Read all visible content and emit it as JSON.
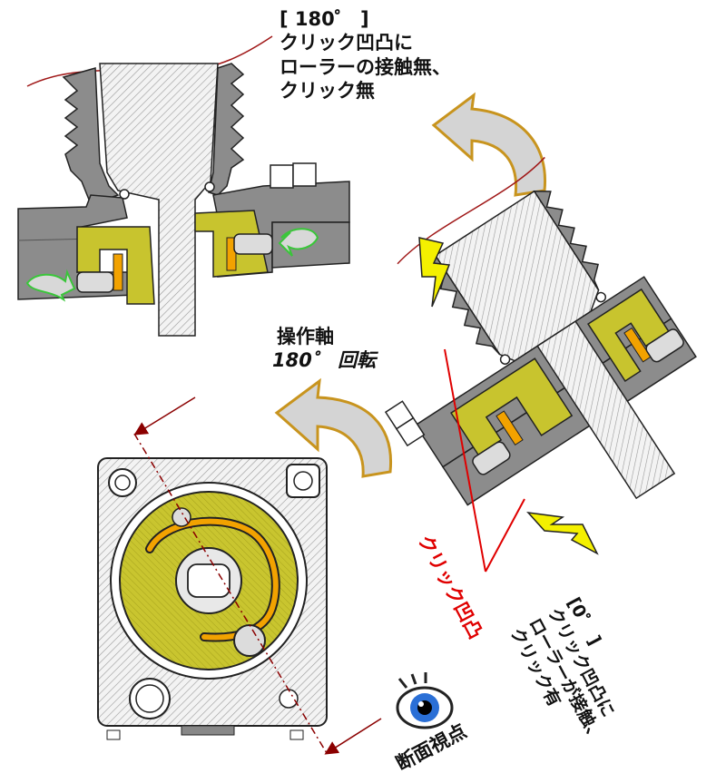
{
  "labels": {
    "top_state": {
      "angle": "[ 180゜ ]",
      "line1": "クリック凹凸に",
      "line2": "ローラーの接触無、",
      "line3": "クリック無"
    },
    "rotation": {
      "line1": "操作軸",
      "line2": "180゜ 回転"
    },
    "bottom_state": {
      "angle": "[0゜ ]",
      "line1": "クリック凹凸に",
      "line2": "ローラーが接触、",
      "line3": "クリック有"
    },
    "click_bumps": "クリック凹凸",
    "section_viewpoint": "断面視点"
  },
  "colors": {
    "body_gray": "#8c8c8c",
    "dark_gray": "#5f5f5f",
    "hatch": "#bdbdbd",
    "olive": "#c8c42e",
    "olive_dark": "#8a8616",
    "orange": "#f2a200",
    "arrow_fill": "#d4d4d4",
    "arrow_outline": "#c8941e",
    "lightning": "#f4f000",
    "red": "#e00000",
    "dark_red": "#8b0000",
    "green": "#3ac63a"
  }
}
